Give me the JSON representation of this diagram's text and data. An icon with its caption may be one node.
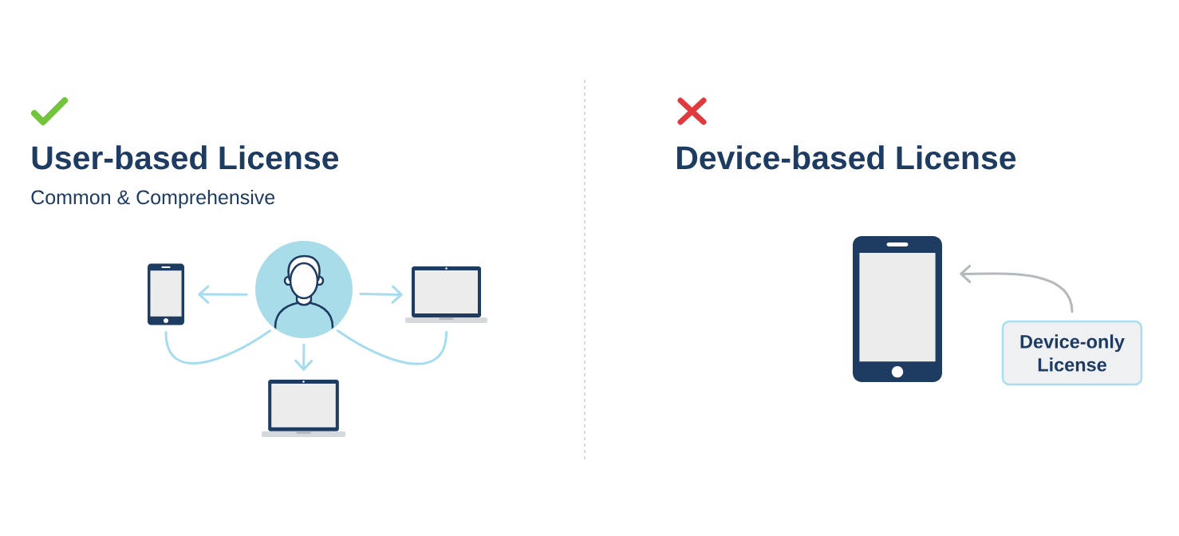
{
  "diagram": {
    "nodes": [
      {
        "text": [],
        "shape": "person"
      },
      {
        "text": [],
        "shape": "phone"
      },
      {
        "text": [],
        "shape": "laptop"
      },
      {
        "text": [],
        "shape": "laptop"
      },
      {
        "text": [],
        "shape": "phone"
      },
      {
        "text": [
          "Device-only License"
        ]
      }
    ],
    "edges": [
      {
        "from": 0,
        "to": 1,
        "arrow": "to"
      },
      {
        "from": 0,
        "to": 2,
        "arrow": "to"
      },
      {
        "from": 0,
        "to": 3,
        "arrow": "to"
      },
      {
        "from": 1,
        "to": 0,
        "arrow": "none"
      },
      {
        "from": 0,
        "to": 2,
        "arrow": "none"
      },
      {
        "from": 5,
        "to": 4,
        "arrow": "to",
        "color": "#b4b9bd"
      }
    ],
    "labels": [
      "User-based License",
      "Common & Comprehensive",
      "Device-based License"
    ]
  }
}
